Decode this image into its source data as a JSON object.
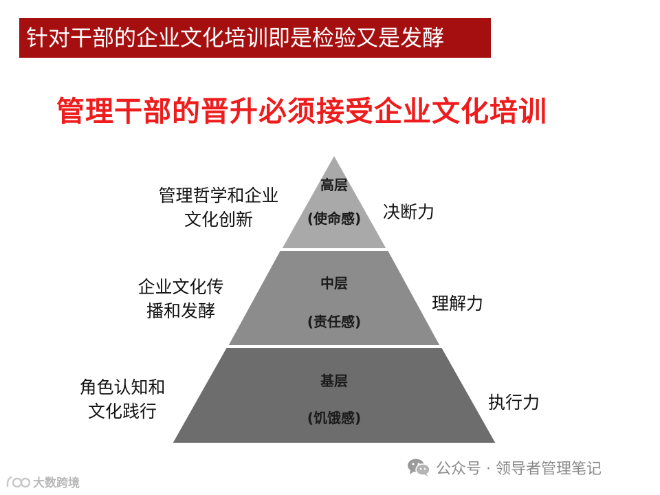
{
  "header": {
    "title": "针对干部的企业文化培训即是检验又是发酵"
  },
  "heading": "管理干部的晋升必须接受企业文化培训",
  "pyramid": {
    "tiers": [
      {
        "name": "高层",
        "feeling": "(使命感)",
        "left_lines": [
          "管理哲学和企业",
          "文化创新"
        ],
        "capability": "决断力",
        "color": "#a9a9a9"
      },
      {
        "name": "中层",
        "feeling": "(责任感)",
        "left_lines": [
          "企业文化传",
          "播和发酵"
        ],
        "capability": "理解力",
        "color": "#8c8c8c"
      },
      {
        "name": "基层",
        "feeling": "(饥饿感)",
        "left_lines": [
          "角色认知和",
          "文化践行"
        ],
        "capability": "执行力",
        "color": "#6d6d6d"
      }
    ]
  },
  "footer": {
    "wechat_icon": "wechat-icon",
    "source": "公众号 · 领导者管理笔记",
    "watermark": "大数跨境",
    "watermark_logo": "dashu-logo"
  }
}
